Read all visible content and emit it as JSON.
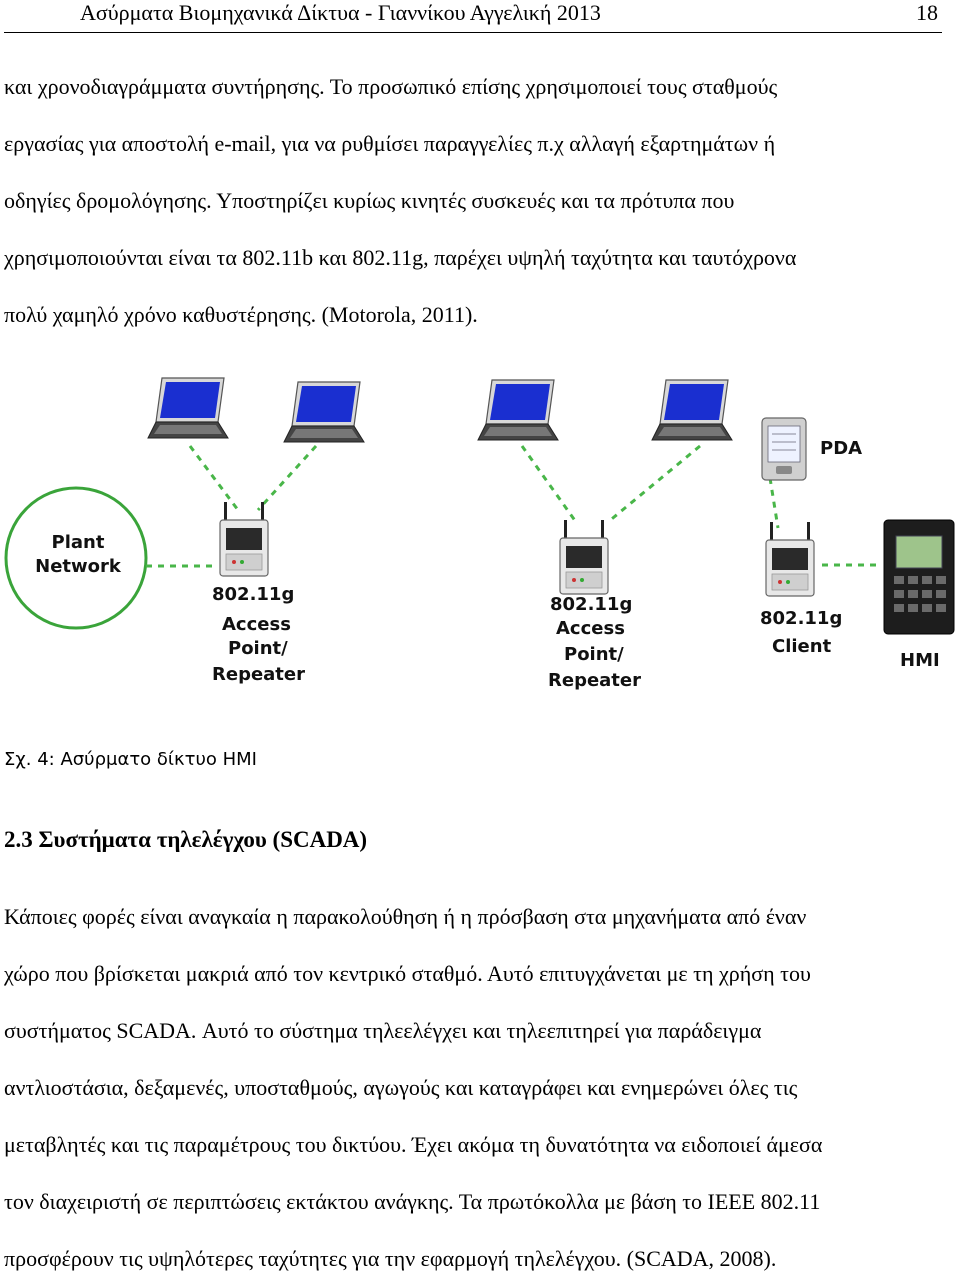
{
  "header": {
    "title": "Ασύρματα Βιομηχανικά Δίκτυα - Γιαννίκου Αγγελική 2013",
    "page_number": "18"
  },
  "paragraph1": [
    "και χρονοδιαγράμματα συντήρησης. Το προσωπικό επίσης χρησιμοποιεί τους σταθμούς",
    "εργασίας για αποστολή e-mail, για να ρυθμίσει παραγγελίες π.χ αλλαγή εξαρτημάτων ή",
    "οδηγίες δρομολόγησης. Υποστηρίζει κυρίως κινητές συσκευές και τα πρότυπα που",
    "χρησιμοποιούνται είναι τα 802.11b και 802.11g, παρέχει υψηλή ταχύτητα και ταυτόχρονα",
    "πολύ χαμηλό χρόνο καθυστέρησης. (Motorola, 2011)."
  ],
  "figure": {
    "plant_network": [
      "Plant",
      "Network"
    ],
    "ap1": [
      "802.11g",
      "Access",
      "Point/",
      "Repeater"
    ],
    "ap2": [
      "802.11g",
      "Access",
      "Point/",
      "Repeater"
    ],
    "client": [
      "802.11g",
      "Client"
    ],
    "pda": "PDA",
    "hmi": "HMI",
    "colors": {
      "laptop_screen": "#1a2fd0",
      "network_circle": "#3aa43a",
      "wireless_link": "#49b649"
    }
  },
  "caption": "Σχ. 4: Ασύρματο δίκτυο HMI",
  "section_heading": "2.3 Συστήματα τηλελέγχου (SCADA)",
  "paragraph2": [
    "Κάποιες φορές είναι αναγκαία η παρακολούθηση ή η πρόσβαση στα μηχανήματα από έναν",
    "χώρο που βρίσκεται μακριά από τον κεντρικό σταθμό. Αυτό επιτυγχάνεται με τη χρήση του",
    "συστήματος SCADA. Αυτό το σύστημα τηλεελέγχει και τηλεεπιτηρεί για παράδειγμα",
    "αντλιοστάσια, δεξαμενές, υποσταθμούς, αγωγούς και καταγράφει και ενημερώνει όλες τις",
    "μεταβλητές και τις παραμέτρους του δικτύου. Έχει ακόμα τη δυνατότητα να ειδοποιεί άμεσα",
    "τον διαχειριστή σε περιπτώσεις εκτάκτου ανάγκης. Τα πρωτόκολλα με βάση το IEEE 802.11",
    "προσφέρουν τις υψηλότερες ταχύτητες για την εφαρμογή τηλελέγχου. (SCADA, 2008)."
  ]
}
